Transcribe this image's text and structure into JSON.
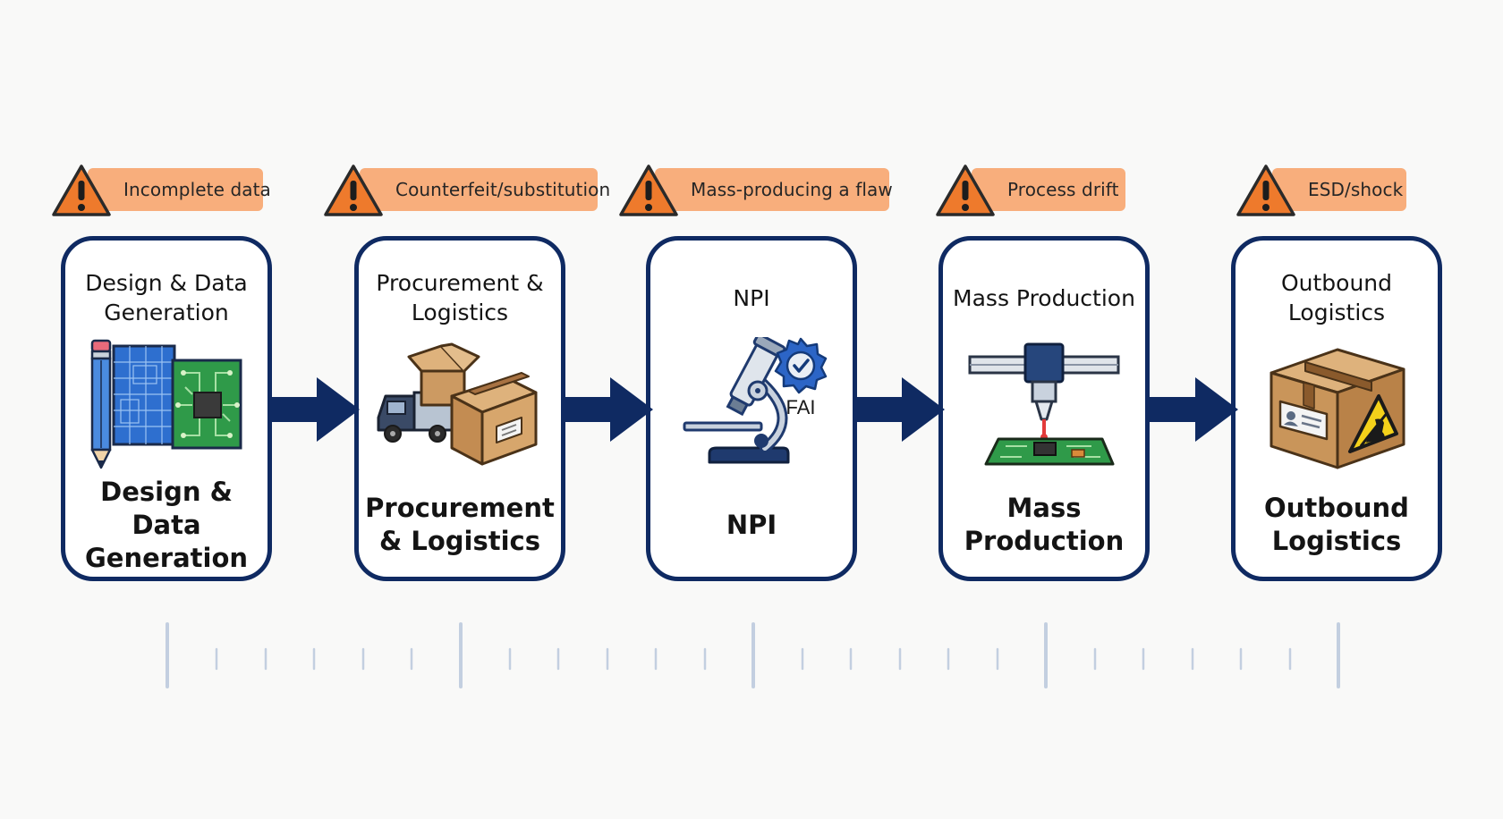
{
  "stages": [
    {
      "id": "design",
      "warning": "Incomplete data",
      "top_title": "Design & Data Generation",
      "bottom_title": "Design & Data Generation",
      "icon": "blueprint-pcb-icon"
    },
    {
      "id": "procurement",
      "warning": "Counterfeit/substitution",
      "top_title": "Procurement & Logistics",
      "bottom_title": "Procurement & Logistics",
      "icon": "truck-boxes-icon"
    },
    {
      "id": "npi",
      "warning": "Mass-producing a flaw",
      "top_title": "NPI",
      "bottom_title": "NPI",
      "icon": "microscope-icon",
      "badge_label": "FAI"
    },
    {
      "id": "mass-production",
      "warning": "Process drift",
      "top_title": "Mass Production",
      "bottom_title": "Mass Production",
      "icon": "pick-and-place-icon"
    },
    {
      "id": "outbound",
      "warning": "ESD/shock",
      "top_title": "Outbound Logistics",
      "bottom_title": "Outbound Logistics",
      "icon": "esd-package-icon"
    }
  ],
  "colors": {
    "card_border": "#0f2a62",
    "arrow": "#0f2a62",
    "warning_pill": "#f8ae7c",
    "warning_triangle": "#ee7a2c",
    "tick": "#c3cfe0"
  }
}
